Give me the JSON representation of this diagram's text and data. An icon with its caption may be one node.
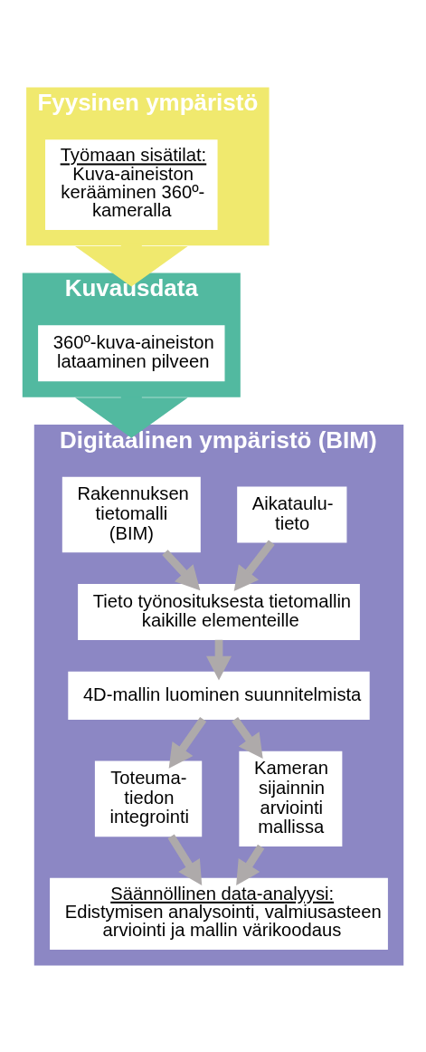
{
  "diagram": {
    "nodes": [
      {
        "text": [
          "Fyysinen ympäristö"
        ]
      },
      {
        "text": [
          "Työmaan sisätilat:",
          "Kuva-aineiston kerääminen 360º- kameralla"
        ],
        "in": 0
      },
      {
        "text": [
          "Kuvausdata"
        ]
      },
      {
        "text": [
          "360º-kuva-aineiston lataaminen pilveen"
        ],
        "in": 2
      },
      {
        "text": [
          "Digitaalinen ympäristö (BIM)"
        ]
      },
      {
        "text": [
          "Rakennuksen tietomalli (BIM)"
        ],
        "in": 4
      },
      {
        "text": [
          "Aikataulu- tieto"
        ],
        "in": 4
      },
      {
        "text": [
          "Tieto työnosituksesta tietomallin kaikille elementeille"
        ],
        "in": 4
      },
      {
        "text": [
          "4D-mallin luominen suunnitelmista"
        ],
        "in": 4
      },
      {
        "text": [
          "Toteuma- tiedon integrointi"
        ],
        "in": 4
      },
      {
        "text": [
          "Kameran sijainnin arviointi mallissa"
        ],
        "in": 4
      },
      {
        "text": [
          "Säännöllinen data-analyysi:",
          "Edistymisen analysointi, valmiusasteen arviointi ja mallin värikoodaus"
        ],
        "in": 4
      }
    ],
    "edges": [
      {
        "from": 0,
        "to": 2,
        "arrow": "to",
        "style": "thick",
        "color": "#f0e96e"
      },
      {
        "from": 2,
        "to": 4,
        "arrow": "to",
        "style": "thick",
        "color": "#52b9a0"
      },
      {
        "from": 5,
        "to": 7,
        "arrow": "to"
      },
      {
        "from": 6,
        "to": 7,
        "arrow": "to"
      },
      {
        "from": 7,
        "to": 8,
        "arrow": "to"
      },
      {
        "from": 8,
        "to": 9,
        "arrow": "to"
      },
      {
        "from": 8,
        "to": 10,
        "arrow": "to"
      },
      {
        "from": 9,
        "to": 11,
        "arrow": "to"
      },
      {
        "from": 10,
        "to": 11,
        "arrow": "to"
      }
    ]
  }
}
